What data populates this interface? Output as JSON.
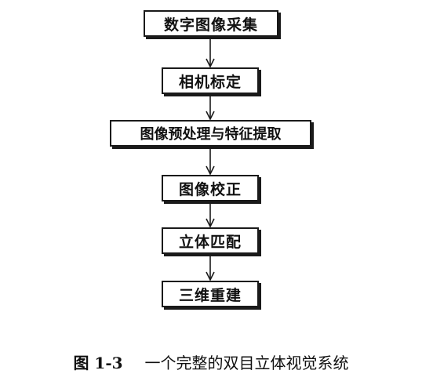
{
  "flow_steps": [
    "数字图像采集",
    "相机标定",
    "图像预处理与特征提取",
    "图像校正",
    "立体匹配",
    "三维重建"
  ],
  "caption": {
    "number": "图 1-3",
    "text": "一个完整的双目立体视觉系统"
  }
}
